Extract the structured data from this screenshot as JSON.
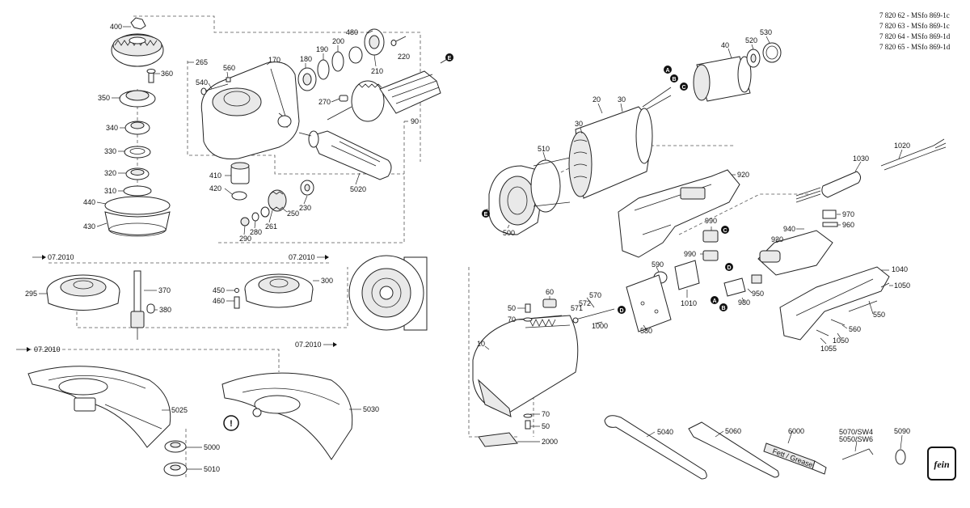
{
  "header_lines": [
    "7 820 62 - MSfo 869-1c",
    "7 820 63 - MSfo 869-1c",
    "7 820 64 - MSfo 869-1d",
    "7 820 65 - MSfo 869-1d"
  ],
  "version_refs": {
    "left_flange": "07.2010",
    "right_flange": "07.2010",
    "left_guard": "07.2010",
    "right_guard": "07.2010"
  },
  "parts_left": {
    "p400": "400",
    "p265": "265",
    "p360": "360",
    "p350": "350",
    "p340": "340",
    "p330": "330",
    "p320": "320",
    "p310": "310",
    "p440": "440",
    "p430": "430",
    "p560": "560",
    "p540": "540",
    "p170": "170",
    "p180": "180",
    "p190": "190",
    "p200": "200",
    "p480": "480",
    "p210": "210",
    "p220": "220",
    "p270": "270",
    "p90": "90",
    "p5020": "5020",
    "p410": "410",
    "p420": "420",
    "p230": "230",
    "p250": "250",
    "p261": "261",
    "p280": "280",
    "p290": "290",
    "p295": "295",
    "p370": "370",
    "p380": "380",
    "p450": "450",
    "p460": "460",
    "p300": "300",
    "p5025": "5025",
    "p5030": "5030",
    "p5000": "5000",
    "p5010": "5010"
  },
  "parts_right": {
    "p40": "40",
    "p520": "520",
    "p530": "530",
    "p20": "20",
    "p30a": "30",
    "p30b": "30",
    "p510": "510",
    "p500": "500",
    "p920": "920",
    "p1030": "1030",
    "p1020": "1020",
    "p970": "970",
    "p960": "960",
    "p940": "940",
    "p930": "930",
    "p990a": "990",
    "p990b": "990",
    "p590": "590",
    "p1010": "1010",
    "p1040": "1040",
    "p1050a": "1050",
    "p550": "550",
    "p560": "560",
    "p1050b": "1050",
    "p1055": "1055",
    "p950": "950",
    "p980": "980",
    "p60": "60",
    "p50a": "50",
    "p70a": "70",
    "p570": "570",
    "p572": "572",
    "p571": "571",
    "p1000": "1000",
    "p580": "580",
    "p10": "10",
    "p70b": "70",
    "p50b": "50",
    "p2000": "2000",
    "p5040": "5040",
    "p5060": "5060",
    "p6000": "6000",
    "p5070": "5070/SW4",
    "p5050": "5050/SW6",
    "p5090": "5090"
  },
  "tube_text": "Fett / Grease",
  "warning_symbol": "!",
  "brand_logo": "fein",
  "badges": {
    "a": "A",
    "b": "B",
    "c": "C",
    "d": "D",
    "e": "E"
  }
}
